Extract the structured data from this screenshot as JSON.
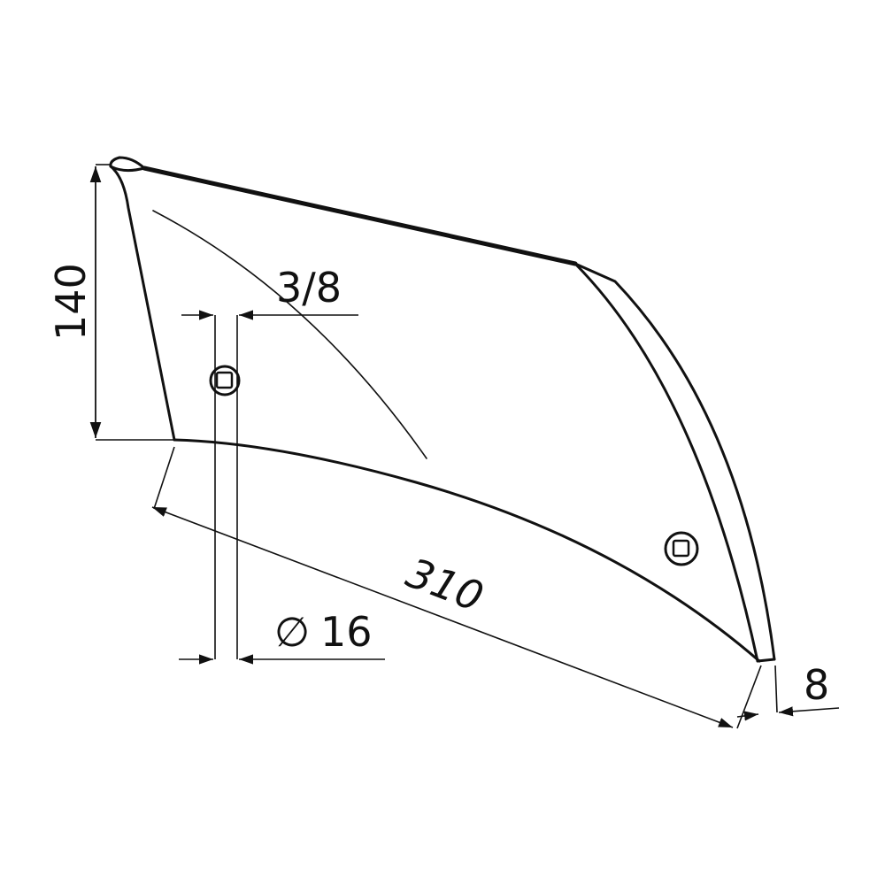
{
  "dimensions": {
    "height": "140",
    "thickness": "3/8",
    "length": "310",
    "hole_diameter": "16",
    "edge_width": "8"
  },
  "symbols": {
    "diameter": "∅"
  },
  "colors": {
    "line": "#111111",
    "background": "#ffffff"
  }
}
